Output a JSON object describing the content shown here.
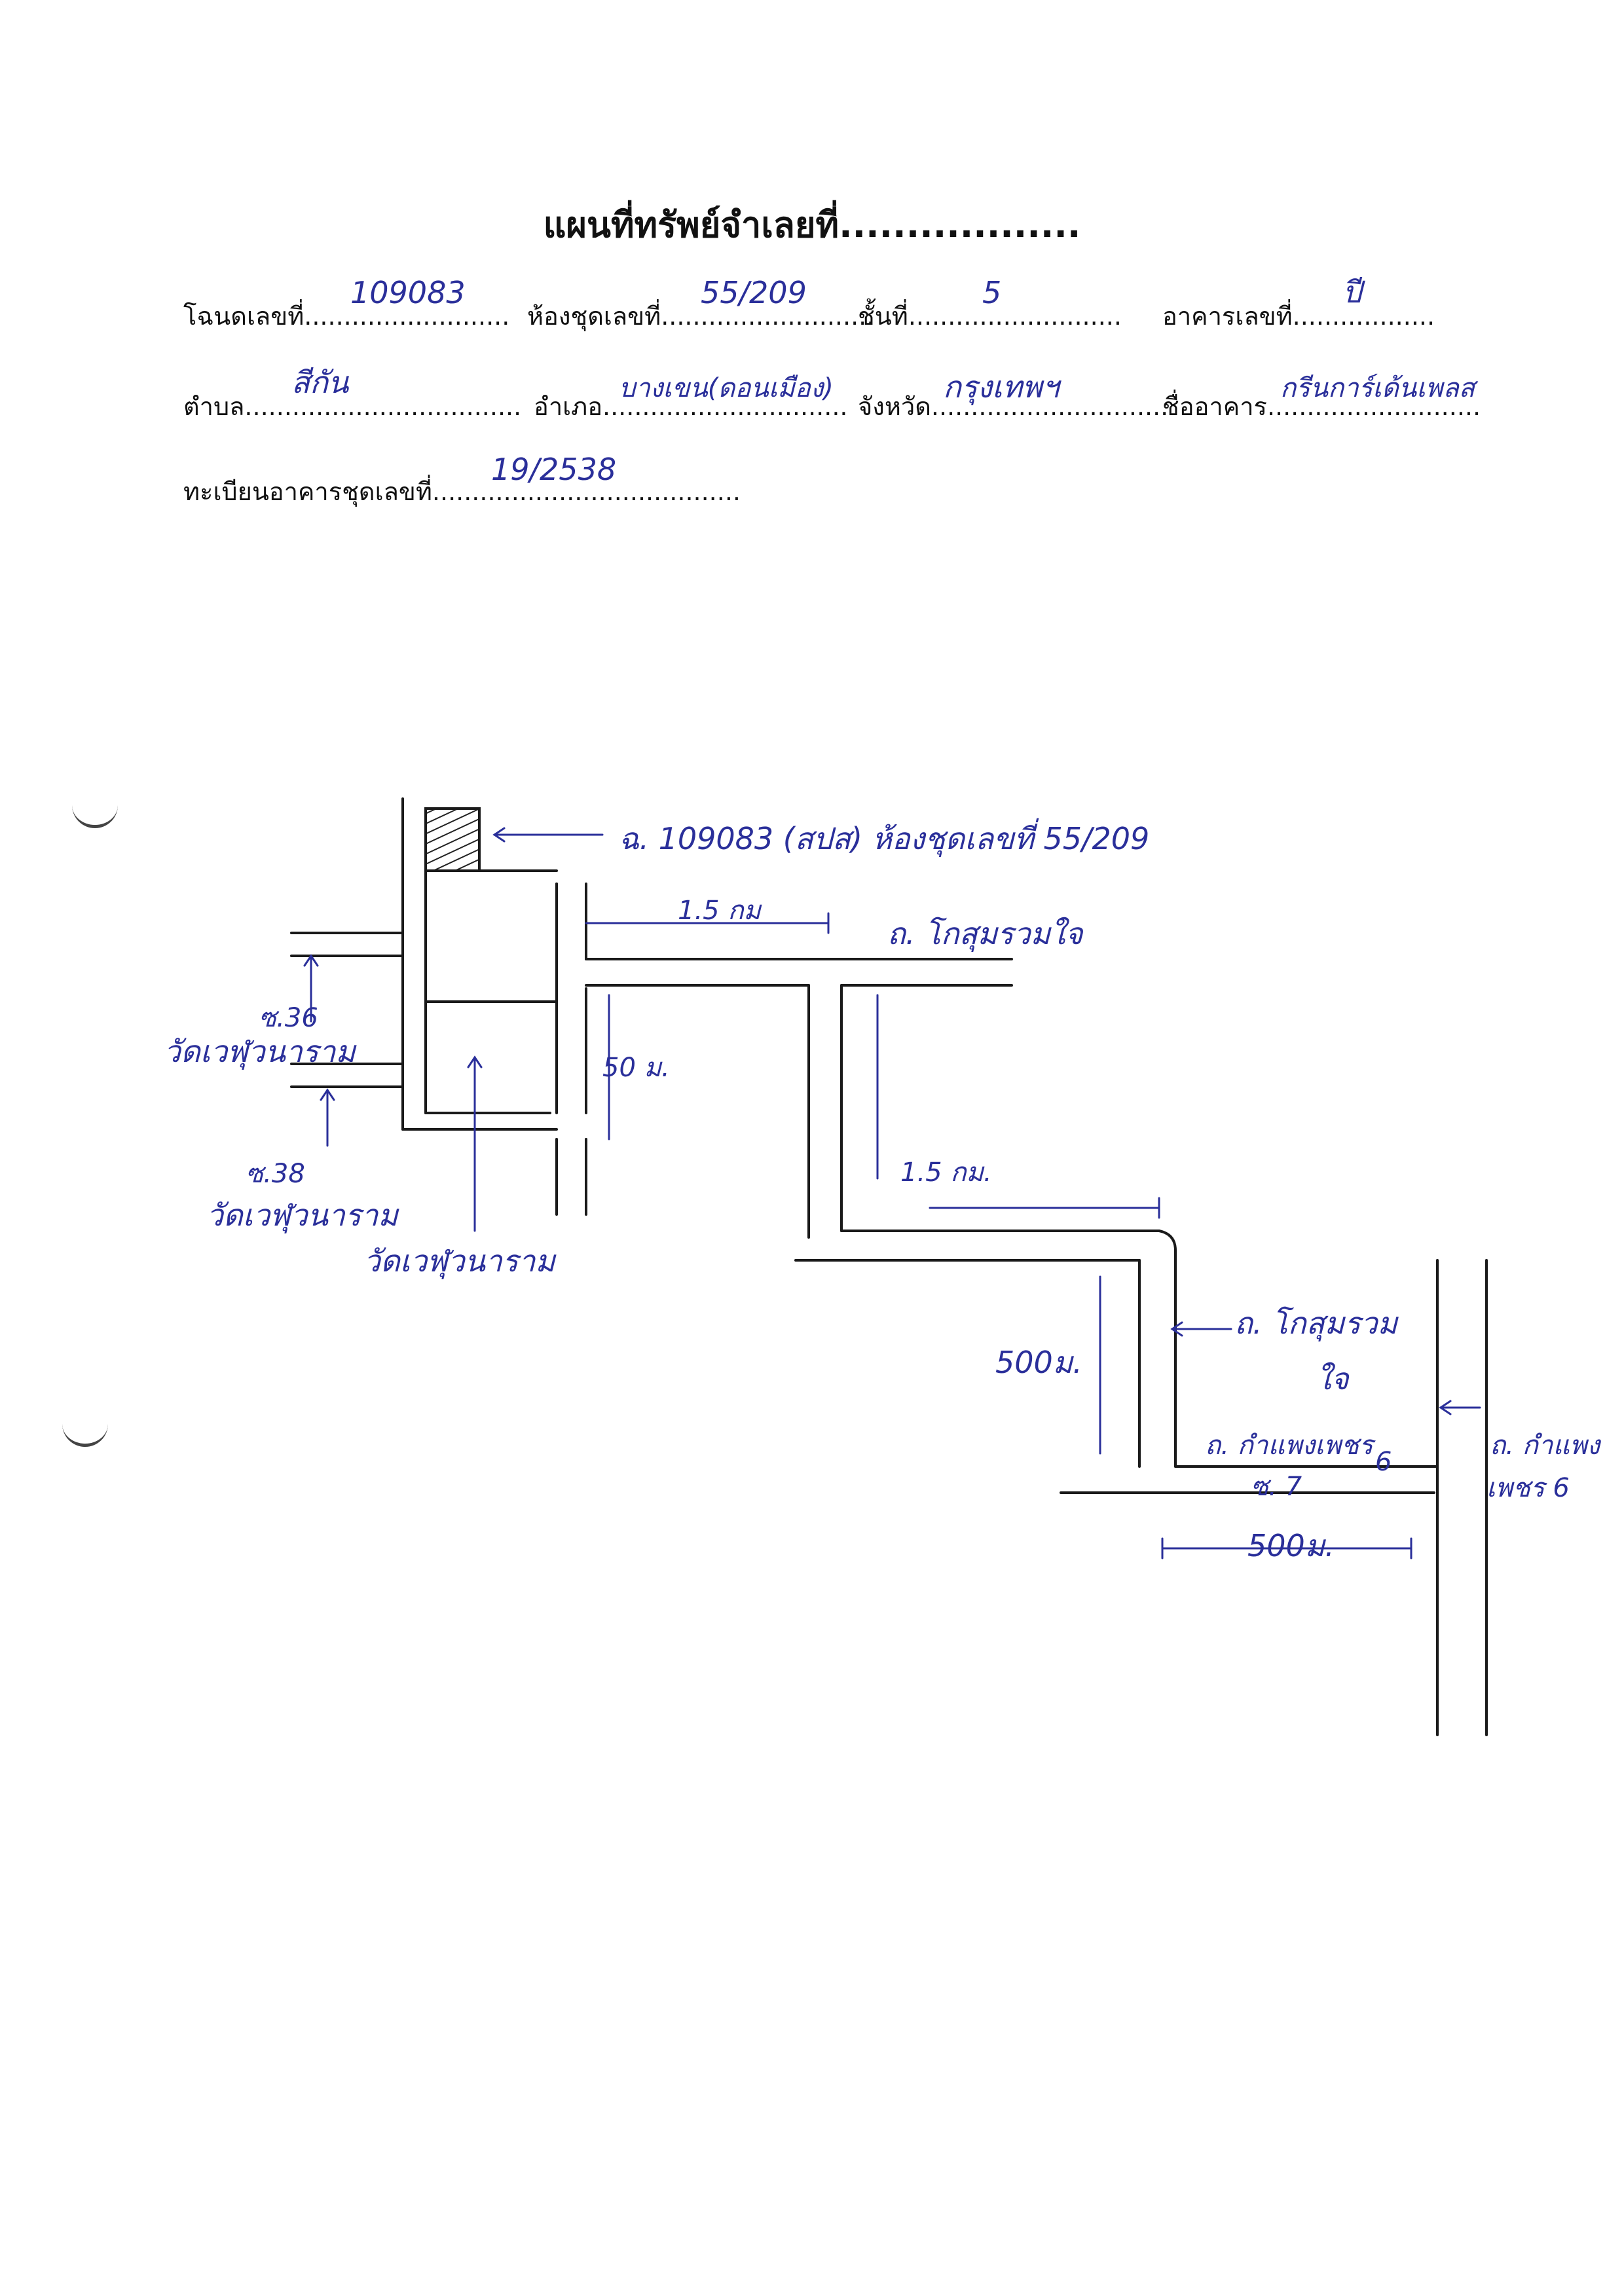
{
  "header": {
    "title": "แผนที่ทรัพย์จำเลยที่.................."
  },
  "form": {
    "deed_label": "โฉนดเลขที่..........................",
    "deed_value": "109083",
    "room_label": "ห้องชุดเลขที่...........................",
    "room_value": "55/209",
    "floor_label": "ชั้นที่...........................",
    "floor_value": "5",
    "building_label": "อาคารเลขที่..................",
    "building_value": "ปี",
    "subdistrict_label": "ตำบล...................................",
    "subdistrict_value": "สีกัน",
    "district_label": "อำเภอ...............................",
    "district_value": "บางเขน(ดอนเมือง)",
    "province_label": "จังหวัด..............................",
    "province_value": "กรุงเทพฯ",
    "bldg_name_label": "ชื่ออาคาร...........................",
    "bldg_name_value": "กรีนการ์เด้นเพลส",
    "registry_label": "ทะเบียนอาคารชุดเลขที่.......................................",
    "registry_value": "19/2538"
  },
  "map": {
    "target_label": "ฉ. 109083 (สปส) ห้องชุดเลขที่ 55/209",
    "dist_1": "1.5 กม",
    "road_1": "ถ. โกสุมรวมใจ",
    "soi_36": "ซ.36",
    "wat_1": "วัดเวฬุวนาราม",
    "dist_50": "50 ม.",
    "soi_38": "ซ.38",
    "wat_2": "วัดเวฬุวนาราม",
    "wat_3": "วัดเวฬุวนาราม",
    "dist_2": "1.5 กม.",
    "road_2": "ถ. โกสุมรวม",
    "road_2b": "ใจ",
    "dist_500a": "500ม.",
    "road_3": "ถ. กำแพงเพชร",
    "road_3b": "6",
    "road_4": "ถ. กำแพง",
    "road_4b": "เพชร 6",
    "soi_7": "ซ. 7",
    "dist_500b": "500ม."
  }
}
